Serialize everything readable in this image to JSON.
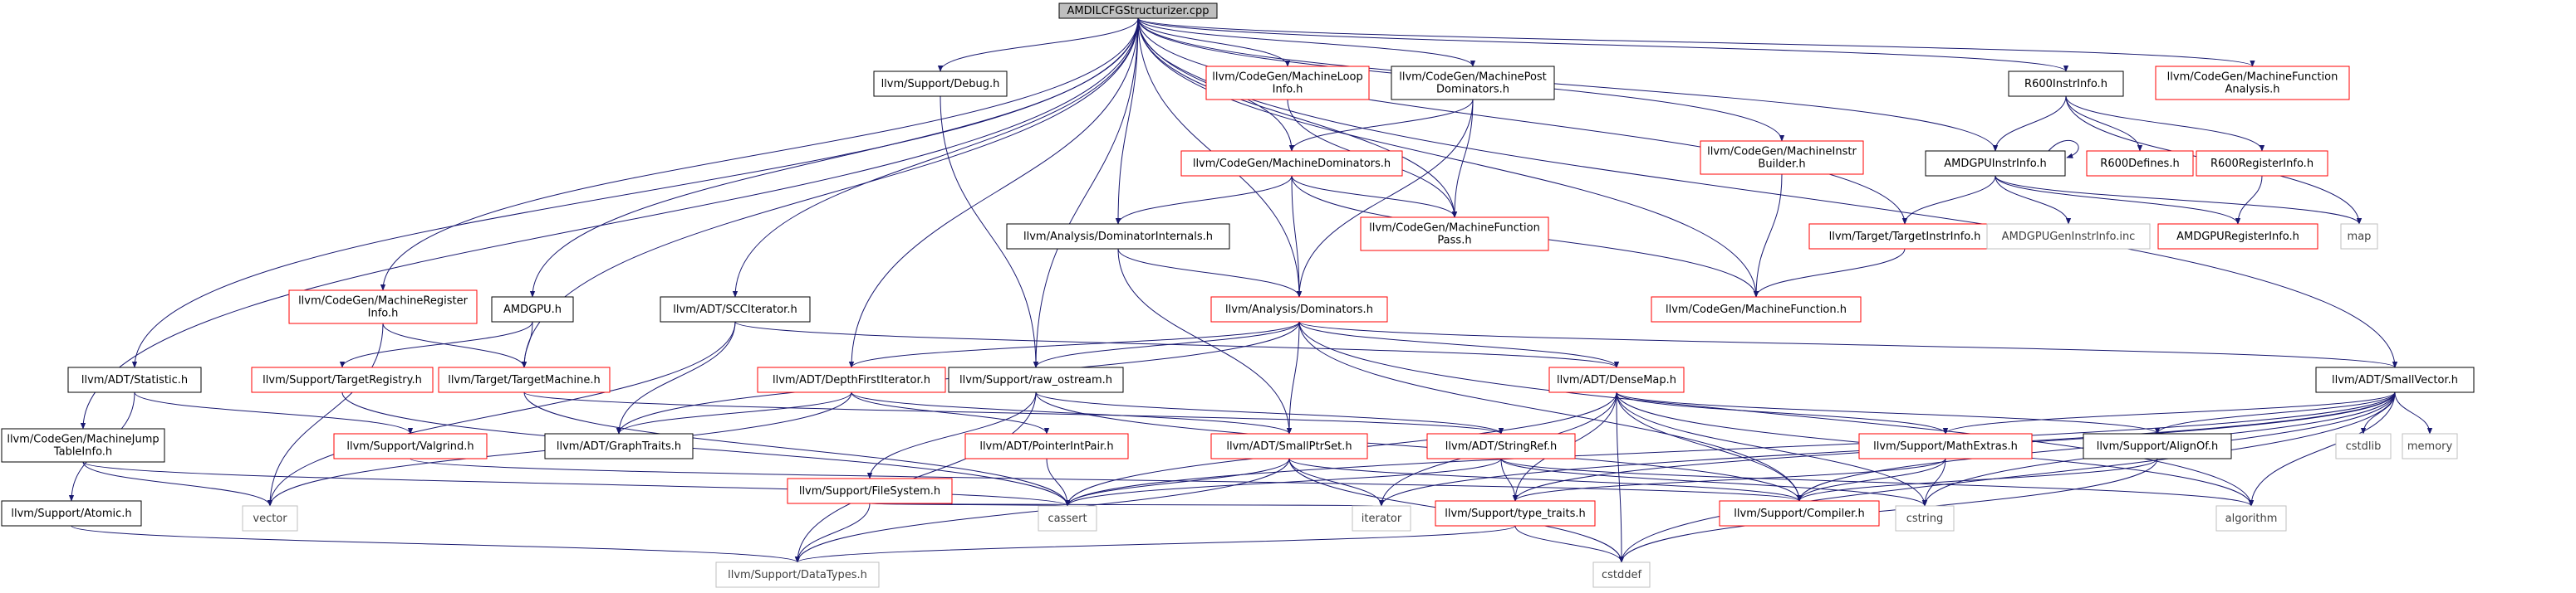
{
  "title": "AMDILCFGStructurizer.cpp",
  "colors": {
    "root_fill": "#bfbfbf",
    "black_border": "#000000",
    "red_border": "#ff0000",
    "gray_border": "#bfbfbf",
    "edge": "#191970",
    "text": "#000000",
    "missing_text": "#404040"
  },
  "nodes": [
    {
      "id": "root",
      "label": [
        "AMDILCFGStructurizer.cpp"
      ],
      "style": "root"
    },
    {
      "id": "debug",
      "label": [
        "llvm/Support/Debug.h"
      ],
      "style": "black"
    },
    {
      "id": "mloopinfo",
      "label": [
        "llvm/CodeGen/MachineLoop",
        "Info.h"
      ],
      "style": "red"
    },
    {
      "id": "mpostdom",
      "label": [
        "llvm/CodeGen/MachinePost",
        "Dominators.h"
      ],
      "style": "black"
    },
    {
      "id": "r600instr",
      "label": [
        "R600InstrInfo.h"
      ],
      "style": "black"
    },
    {
      "id": "mfanalysis",
      "label": [
        "llvm/CodeGen/MachineFunction",
        "Analysis.h"
      ],
      "style": "red"
    },
    {
      "id": "mdom",
      "label": [
        "llvm/CodeGen/MachineDominators.h"
      ],
      "style": "red"
    },
    {
      "id": "mibuilder",
      "label": [
        "llvm/CodeGen/MachineInstr",
        "Builder.h"
      ],
      "style": "red"
    },
    {
      "id": "amdgpuinstr",
      "label": [
        "AMDGPUInstrInfo.h"
      ],
      "style": "black"
    },
    {
      "id": "r600defines",
      "label": [
        "R600Defines.h"
      ],
      "style": "red"
    },
    {
      "id": "r600reg",
      "label": [
        "R600RegisterInfo.h"
      ],
      "style": "red"
    },
    {
      "id": "dominternals",
      "label": [
        "llvm/Analysis/DominatorInternals.h"
      ],
      "style": "black"
    },
    {
      "id": "mfpass",
      "label": [
        "llvm/CodeGen/MachineFunction",
        "Pass.h"
      ],
      "style": "red"
    },
    {
      "id": "targetinstr",
      "label": [
        "llvm/Target/TargetInstrInfo.h"
      ],
      "style": "red"
    },
    {
      "id": "amdgpugeninstr",
      "label": [
        "AMDGPUGenInstrInfo.inc"
      ],
      "style": "gray"
    },
    {
      "id": "amdgpureg",
      "label": [
        "AMDGPURegisterInfo.h"
      ],
      "style": "red"
    },
    {
      "id": "map",
      "label": [
        "map"
      ],
      "style": "gray"
    },
    {
      "id": "mreginfo",
      "label": [
        "llvm/CodeGen/MachineRegister",
        "Info.h"
      ],
      "style": "red"
    },
    {
      "id": "amdgpu",
      "label": [
        "AMDGPU.h"
      ],
      "style": "black"
    },
    {
      "id": "scciter",
      "label": [
        "llvm/ADT/SCCIterator.h"
      ],
      "style": "black"
    },
    {
      "id": "dominators",
      "label": [
        "llvm/Analysis/Dominators.h"
      ],
      "style": "red"
    },
    {
      "id": "mfunction",
      "label": [
        "llvm/CodeGen/MachineFunction.h"
      ],
      "style": "red"
    },
    {
      "id": "statistic",
      "label": [
        "llvm/ADT/Statistic.h"
      ],
      "style": "black"
    },
    {
      "id": "targetreg",
      "label": [
        "llvm/Support/TargetRegistry.h"
      ],
      "style": "red"
    },
    {
      "id": "targetmachine",
      "label": [
        "llvm/Target/TargetMachine.h"
      ],
      "style": "red"
    },
    {
      "id": "dfiter",
      "label": [
        "llvm/ADT/DepthFirstIterator.h"
      ],
      "style": "red"
    },
    {
      "id": "rawostream",
      "label": [
        "llvm/Support/raw_ostream.h"
      ],
      "style": "black"
    },
    {
      "id": "densemap",
      "label": [
        "llvm/ADT/DenseMap.h"
      ],
      "style": "red"
    },
    {
      "id": "smallvector",
      "label": [
        "llvm/ADT/SmallVector.h"
      ],
      "style": "black"
    },
    {
      "id": "mjumptable",
      "label": [
        "llvm/CodeGen/MachineJump",
        "TableInfo.h"
      ],
      "style": "black"
    },
    {
      "id": "valgrind",
      "label": [
        "llvm/Support/Valgrind.h"
      ],
      "style": "red"
    },
    {
      "id": "graphtraits",
      "label": [
        "llvm/ADT/GraphTraits.h"
      ],
      "style": "black"
    },
    {
      "id": "ptrintpair",
      "label": [
        "llvm/ADT/PointerIntPair.h"
      ],
      "style": "red"
    },
    {
      "id": "smallptrset",
      "label": [
        "llvm/ADT/SmallPtrSet.h"
      ],
      "style": "red"
    },
    {
      "id": "stringref",
      "label": [
        "llvm/ADT/StringRef.h"
      ],
      "style": "red"
    },
    {
      "id": "mathextras",
      "label": [
        "llvm/Support/MathExtras.h"
      ],
      "style": "red"
    },
    {
      "id": "alignof",
      "label": [
        "llvm/Support/AlignOf.h"
      ],
      "style": "black"
    },
    {
      "id": "cstdlib",
      "label": [
        "cstdlib"
      ],
      "style": "gray"
    },
    {
      "id": "memory",
      "label": [
        "memory"
      ],
      "style": "gray"
    },
    {
      "id": "filesystem",
      "label": [
        "llvm/Support/FileSystem.h"
      ],
      "style": "red"
    },
    {
      "id": "atomic",
      "label": [
        "llvm/Support/Atomic.h"
      ],
      "style": "black"
    },
    {
      "id": "vector",
      "label": [
        "vector"
      ],
      "style": "gray"
    },
    {
      "id": "cassert",
      "label": [
        "cassert"
      ],
      "style": "gray"
    },
    {
      "id": "iterator",
      "label": [
        "iterator"
      ],
      "style": "gray"
    },
    {
      "id": "typetraits",
      "label": [
        "llvm/Support/type_traits.h"
      ],
      "style": "red"
    },
    {
      "id": "compiler",
      "label": [
        "llvm/Support/Compiler.h"
      ],
      "style": "red"
    },
    {
      "id": "cstring",
      "label": [
        "cstring"
      ],
      "style": "gray"
    },
    {
      "id": "algorithm",
      "label": [
        "algorithm"
      ],
      "style": "gray"
    },
    {
      "id": "datatypes",
      "label": [
        "llvm/Support/DataTypes.h"
      ],
      "style": "gray"
    },
    {
      "id": "cstddef",
      "label": [
        "cstddef"
      ],
      "style": "gray"
    }
  ],
  "edges": [
    [
      "root",
      "debug"
    ],
    [
      "root",
      "mloopinfo"
    ],
    [
      "root",
      "mpostdom"
    ],
    [
      "root",
      "r600instr"
    ],
    [
      "root",
      "mfanalysis"
    ],
    [
      "root",
      "mdom"
    ],
    [
      "root",
      "mibuilder"
    ],
    [
      "root",
      "amdgpuinstr"
    ],
    [
      "root",
      "dominternals"
    ],
    [
      "root",
      "mfpass"
    ],
    [
      "root",
      "targetinstr"
    ],
    [
      "root",
      "mreginfo"
    ],
    [
      "root",
      "amdgpu"
    ],
    [
      "root",
      "scciter"
    ],
    [
      "root",
      "dominators"
    ],
    [
      "root",
      "mfunction"
    ],
    [
      "root",
      "statistic"
    ],
    [
      "root",
      "targetmachine"
    ],
    [
      "root",
      "dfiter"
    ],
    [
      "root",
      "rawostream"
    ],
    [
      "root",
      "smallvector"
    ],
    [
      "root",
      "mjumptable"
    ],
    [
      "debug",
      "rawostream"
    ],
    [
      "mloopinfo",
      "mfpass"
    ],
    [
      "mpostdom",
      "mdom"
    ],
    [
      "mpostdom",
      "mfpass"
    ],
    [
      "mpostdom",
      "dominators"
    ],
    [
      "r600instr",
      "amdgpuinstr"
    ],
    [
      "r600instr",
      "r600defines"
    ],
    [
      "r600instr",
      "r600reg"
    ],
    [
      "r600instr",
      "map"
    ],
    [
      "mdom",
      "dominternals"
    ],
    [
      "mdom",
      "mfpass"
    ],
    [
      "mdom",
      "dominators"
    ],
    [
      "mdom",
      "mfunction"
    ],
    [
      "mibuilder",
      "mfunction"
    ],
    [
      "amdgpuinstr",
      "amdgpuinstr"
    ],
    [
      "amdgpuinstr",
      "targetinstr"
    ],
    [
      "amdgpuinstr",
      "amdgpugeninstr"
    ],
    [
      "amdgpuinstr",
      "amdgpureg"
    ],
    [
      "amdgpuinstr",
      "map"
    ],
    [
      "r600reg",
      "amdgpureg"
    ],
    [
      "dominternals",
      "dominators"
    ],
    [
      "dominternals",
      "smallptrset"
    ],
    [
      "targetinstr",
      "mfunction"
    ],
    [
      "mreginfo",
      "targetmachine"
    ],
    [
      "mreginfo",
      "vector"
    ],
    [
      "amdgpu",
      "targetreg"
    ],
    [
      "amdgpu",
      "targetmachine"
    ],
    [
      "scciter",
      "graphtraits"
    ],
    [
      "scciter",
      "densemap"
    ],
    [
      "scciter",
      "vector"
    ],
    [
      "dominators",
      "dfiter"
    ],
    [
      "dominators",
      "rawostream"
    ],
    [
      "dominators",
      "densemap"
    ],
    [
      "dominators",
      "smallvector"
    ],
    [
      "dominators",
      "graphtraits"
    ],
    [
      "dominators",
      "smallptrset"
    ],
    [
      "dominators",
      "compiler"
    ],
    [
      "dominators",
      "algorithm"
    ],
    [
      "statistic",
      "valgrind"
    ],
    [
      "statistic",
      "atomic"
    ],
    [
      "targetreg",
      "cassert"
    ],
    [
      "targetmachine",
      "stringref"
    ],
    [
      "targetmachine",
      "cassert"
    ],
    [
      "dfiter",
      "graphtraits"
    ],
    [
      "dfiter",
      "ptrintpair"
    ],
    [
      "dfiter",
      "smallptrset"
    ],
    [
      "dfiter",
      "vector"
    ],
    [
      "rawostream",
      "filesystem"
    ],
    [
      "rawostream",
      "stringref"
    ],
    [
      "rawostream",
      "compiler"
    ],
    [
      "rawostream",
      "datatypes"
    ],
    [
      "densemap",
      "mathextras"
    ],
    [
      "densemap",
      "alignof"
    ],
    [
      "densemap",
      "typetraits"
    ],
    [
      "densemap",
      "cassert"
    ],
    [
      "densemap",
      "iterator"
    ],
    [
      "densemap",
      "compiler"
    ],
    [
      "densemap",
      "algorithm"
    ],
    [
      "densemap",
      "cstring"
    ],
    [
      "densemap",
      "cstddef"
    ],
    [
      "smallvector",
      "mathextras"
    ],
    [
      "smallvector",
      "alignof"
    ],
    [
      "smallvector",
      "cstdlib"
    ],
    [
      "smallvector",
      "memory"
    ],
    [
      "smallvector",
      "typetraits"
    ],
    [
      "smallvector",
      "compiler"
    ],
    [
      "smallvector",
      "cstring"
    ],
    [
      "smallvector",
      "cassert"
    ],
    [
      "smallvector",
      "cstddef"
    ],
    [
      "smallvector",
      "iterator"
    ],
    [
      "smallvector",
      "algorithm"
    ],
    [
      "mjumptable",
      "vector"
    ],
    [
      "mjumptable",
      "cassert"
    ],
    [
      "valgrind",
      "compiler"
    ],
    [
      "ptrintpair",
      "cassert"
    ],
    [
      "smallptrset",
      "cassert"
    ],
    [
      "smallptrset",
      "datatypes"
    ],
    [
      "smallptrset",
      "iterator"
    ],
    [
      "smallptrset",
      "cstddef"
    ],
    [
      "smallptrset",
      "compiler"
    ],
    [
      "stringref",
      "typetraits"
    ],
    [
      "stringref",
      "cassert"
    ],
    [
      "stringref",
      "cstring"
    ],
    [
      "stringref",
      "algorithm"
    ],
    [
      "mathextras",
      "typetraits"
    ],
    [
      "mathextras",
      "compiler"
    ],
    [
      "mathextras",
      "cstring"
    ],
    [
      "alignof",
      "compiler"
    ],
    [
      "alignof",
      "cstddef"
    ],
    [
      "filesystem",
      "datatypes"
    ],
    [
      "filesystem",
      "cassert"
    ],
    [
      "filesystem",
      "iterator"
    ],
    [
      "atomic",
      "datatypes"
    ],
    [
      "typetraits",
      "datatypes"
    ],
    [
      "typetraits",
      "cstddef"
    ]
  ]
}
